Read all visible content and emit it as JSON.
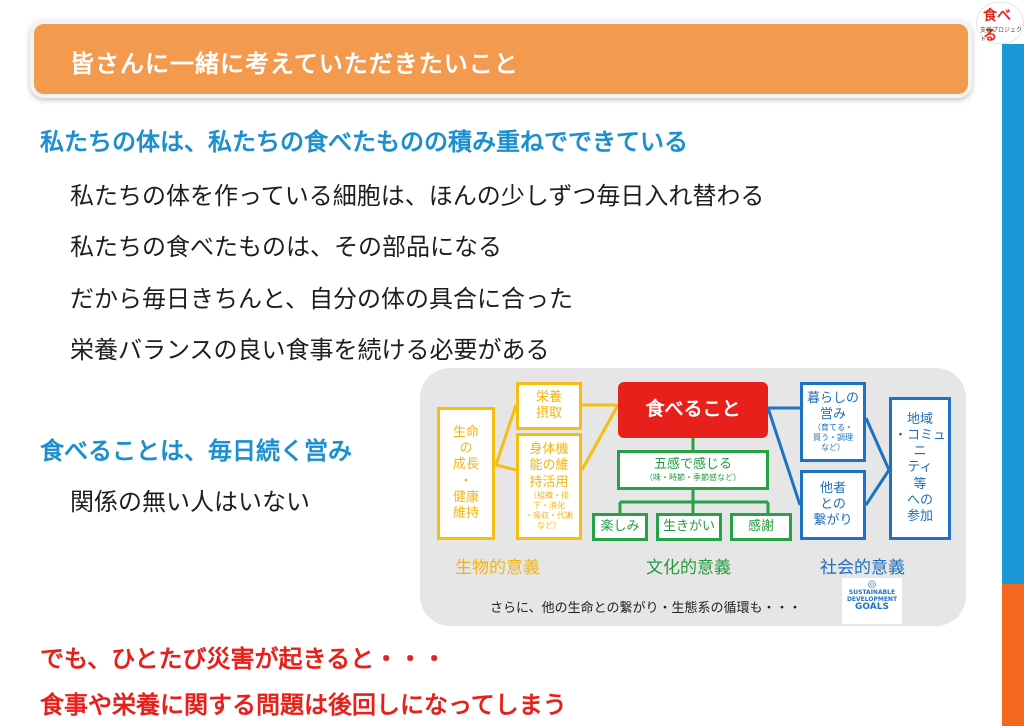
{
  "header": {
    "title": "皆さんに一緒に考えていただきたいこと"
  },
  "logo": {
    "main": "食べる",
    "sub": "支援プロジェクト"
  },
  "section1": {
    "heading": "私たちの体は、私たちの食べたものの積み重ねでできている",
    "lines": [
      "私たちの体を作っている細胞は、ほんの少しずつ毎日入れ替わる",
      "私たちの食べたものは、その部品になる",
      "だから毎日きちんと、自分の体の具合に合った",
      "栄養バランスの良い食事を続ける必要がある"
    ]
  },
  "section2": {
    "heading": "食べることは、毎日続く営み",
    "line": "関係の無い人はいない"
  },
  "section3": {
    "line1": "でも、ひとたび災害が起きると・・・",
    "line2": "食事や栄養に関する問題は後回しになってしまう"
  },
  "diagram": {
    "center": "食べること",
    "biological": {
      "label": "生物的意義",
      "life": [
        "生命",
        "の",
        "成長",
        "・",
        "健康",
        "維持"
      ],
      "nutrition": [
        "栄養",
        "摂取"
      ],
      "body": [
        "身体機",
        "能の維",
        "持活用"
      ],
      "body_note": [
        "（組織・排",
        "下・消化",
        "・吸収・代謝",
        "など）"
      ]
    },
    "cultural": {
      "label": "文化的意義",
      "senses": "五感で感じる",
      "senses_note": "（味・時節・季節感など）",
      "items": [
        "楽しみ",
        "生きがい",
        "感謝"
      ]
    },
    "social": {
      "label": "社会的意義",
      "living": [
        "暮らしの",
        "営み"
      ],
      "living_note": [
        "（育てる・",
        "買う・調理",
        "など）"
      ],
      "bond": [
        "他者",
        "との",
        "繋がり"
      ],
      "community": [
        "地域",
        "・コミュニ",
        "ティ",
        "等",
        "への",
        "参加"
      ]
    },
    "footer": "さらに、他の生命との繋がり・生態系の循環も・・・",
    "sdg": [
      "SUSTAINABLE",
      "DEVELOPMENT",
      "GOALS"
    ]
  },
  "colors": {
    "banner": "#f39a4e",
    "heading_blue": "#1b8fcf",
    "heading_red": "#e8201b",
    "yellow": "#f6bd13",
    "green": "#25a244",
    "blue": "#1d73c3",
    "center_red": "#e8201b"
  }
}
